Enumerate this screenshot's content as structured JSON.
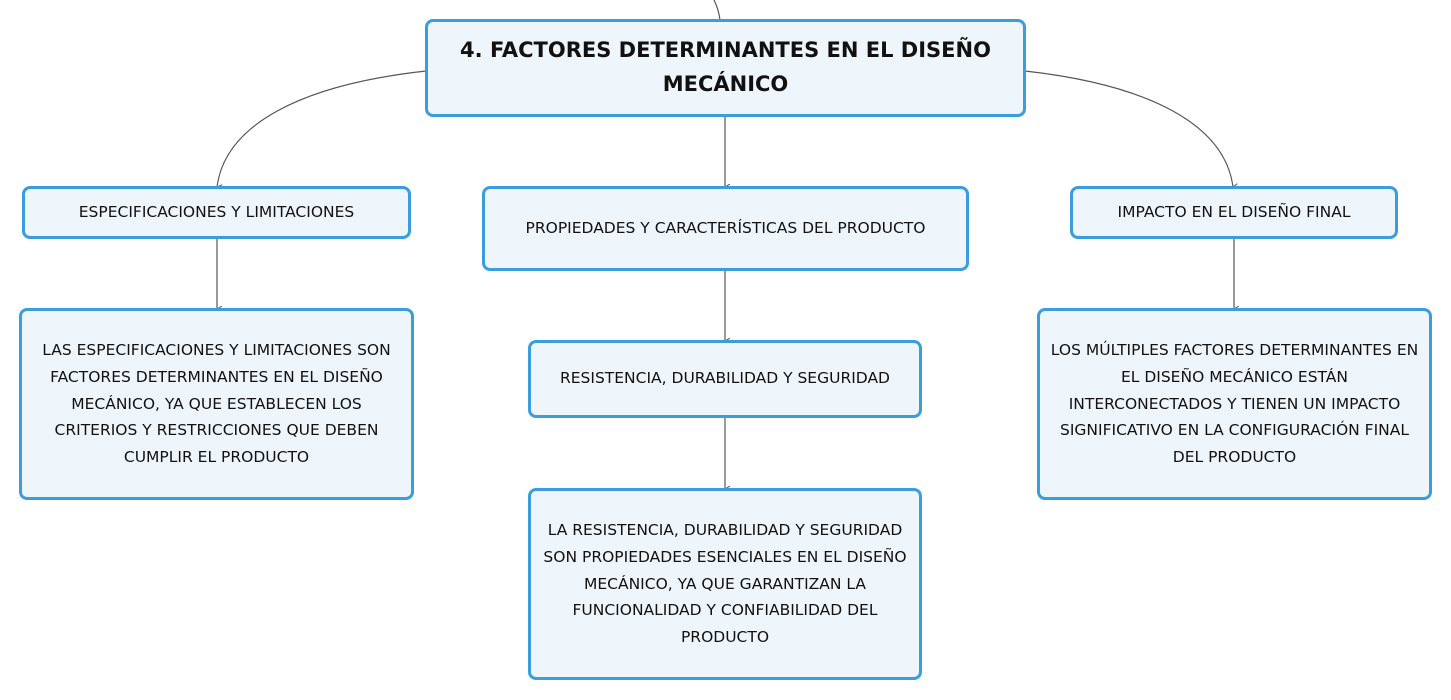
{
  "diagram": {
    "root": {
      "label": "4. FACTORES DETERMINANTES EN EL DISEÑO MECÁNICO"
    },
    "branches": [
      {
        "label": "ESPECIFICACIONES Y LIMITACIONES",
        "detail": "LAS ESPECIFICACIONES Y LIMITACIONES SON FACTORES DETERMINANTES EN EL DISEÑO MECÁNICO, YA QUE ESTABLECEN LOS CRITERIOS Y RESTRICCIONES QUE DEBEN CUMPLIR EL PRODUCTO"
      },
      {
        "label": "PROPIEDADES Y CARACTERÍSTICAS DEL PRODUCTO",
        "sub": "RESISTENCIA, DURABILIDAD Y SEGURIDAD",
        "detail": "LA RESISTENCIA, DURABILIDAD Y SEGURIDAD SON PROPIEDADES ESENCIALES EN EL DISEÑO MECÁNICO, YA QUE GARANTIZAN LA FUNCIONALIDAD Y CONFIABILIDAD DEL PRODUCTO"
      },
      {
        "label": "IMPACTO EN EL DISEÑO FINAL",
        "detail": "LOS MÚLTIPLES FACTORES DETERMINANTES EN EL DISEÑO MECÁNICO ESTÁN INTERCONECTADOS Y TIENEN UN IMPACTO SIGNIFICATIVO EN LA CONFIGURACIÓN FINAL DEL PRODUCTO"
      }
    ]
  },
  "colors": {
    "node_border": "#3b9ddc",
    "node_fill": "#eef6fc",
    "connector": "#555555",
    "text": "#111111"
  }
}
